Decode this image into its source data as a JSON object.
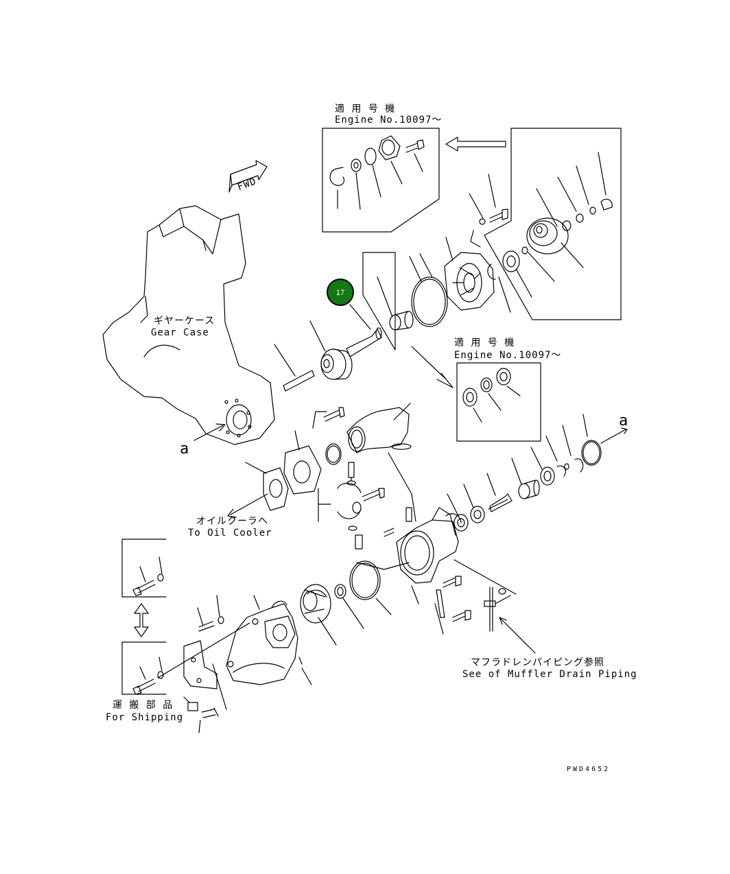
{
  "labels": {
    "applicable_jp_1": "適 用 号 機",
    "engine_no_1": "Engine No.10097～",
    "applicable_jp_2": "適 用 号 機",
    "engine_no_2": "Engine No.10097～",
    "gear_case_jp": "ギヤーケース",
    "gear_case_en": "Gear Case",
    "oil_cooler_jp": "オイルクーラヘ",
    "oil_cooler_en": "To Oil Cooler",
    "muffler_jp": "マフラドレンパイピング参照",
    "muffler_en": "See of Muffler Drain Piping",
    "shipping_jp": "運 搬 部 品",
    "shipping_en": "For Shipping",
    "fwd": "FWD",
    "ref_a_left": "a",
    "ref_a_right": "a",
    "drawing_no": "PWD4652"
  },
  "callouts": [
    {
      "number": "17",
      "color": "#137a13",
      "border": "#000000"
    }
  ],
  "icons": [
    "fwd-arrow-icon",
    "double-arrow-icon"
  ]
}
